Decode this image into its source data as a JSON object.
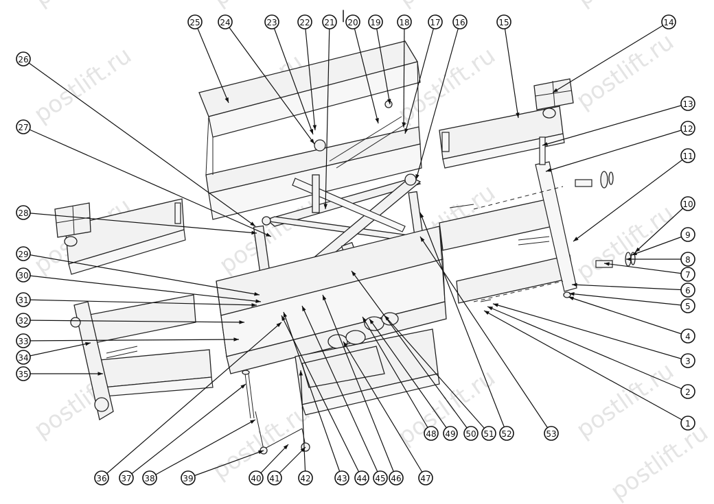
{
  "drawing": {
    "center_mark": "|",
    "watermark_text": "postlift.ru"
  },
  "callouts": [
    {
      "label": "1"
    },
    {
      "label": "2"
    },
    {
      "label": "3"
    },
    {
      "label": "4"
    },
    {
      "label": "5"
    },
    {
      "label": "6"
    },
    {
      "label": "7"
    },
    {
      "label": "8"
    },
    {
      "label": "9"
    },
    {
      "label": "10"
    },
    {
      "label": "11"
    },
    {
      "label": "12"
    },
    {
      "label": "13"
    },
    {
      "label": "14"
    },
    {
      "label": "15"
    },
    {
      "label": "16"
    },
    {
      "label": "17"
    },
    {
      "label": "18"
    },
    {
      "label": "19"
    },
    {
      "label": "20"
    },
    {
      "label": "21"
    },
    {
      "label": "22"
    },
    {
      "label": "23"
    },
    {
      "label": "24"
    },
    {
      "label": "25"
    },
    {
      "label": "26"
    },
    {
      "label": "27"
    },
    {
      "label": "28"
    },
    {
      "label": "29"
    },
    {
      "label": "30"
    },
    {
      "label": "31"
    },
    {
      "label": "32"
    },
    {
      "label": "33"
    },
    {
      "label": "34"
    },
    {
      "label": "35"
    },
    {
      "label": "36"
    },
    {
      "label": "37"
    },
    {
      "label": "38"
    },
    {
      "label": "39"
    },
    {
      "label": "40"
    },
    {
      "label": "41"
    },
    {
      "label": "42"
    },
    {
      "label": "43"
    },
    {
      "label": "44"
    },
    {
      "label": "45"
    },
    {
      "label": "46"
    },
    {
      "label": "47"
    },
    {
      "label": "48"
    },
    {
      "label": "49"
    },
    {
      "label": "50"
    },
    {
      "label": "51"
    },
    {
      "label": "52"
    },
    {
      "label": "53"
    }
  ]
}
